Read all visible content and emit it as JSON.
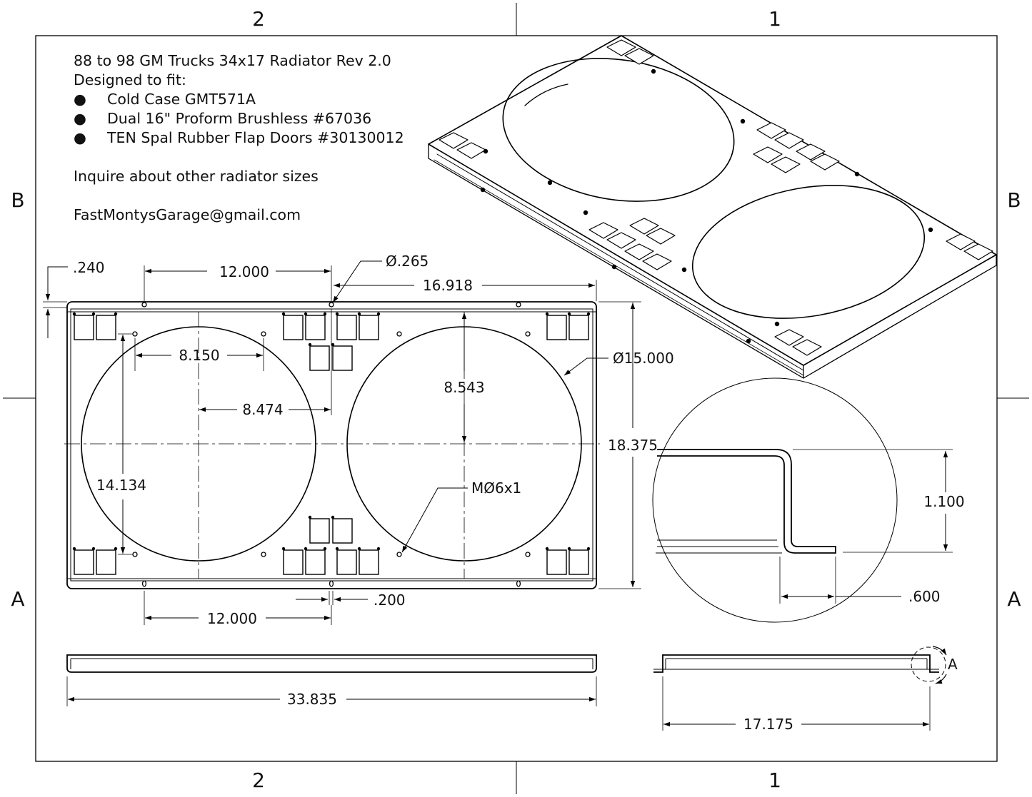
{
  "zones": {
    "top": [
      "2",
      "1"
    ],
    "bottom": [
      "2",
      "1"
    ],
    "left": [
      "B",
      "A"
    ],
    "right": [
      "B",
      "A"
    ]
  },
  "notes": {
    "title": "88 to 98 GM Trucks 34x17 Radiator Rev 2.0",
    "designed_to_fit": "Designed to fit:",
    "bullets": [
      "Cold Case GMT571A",
      "Dual 16\" Proform Brushless #67036",
      "TEN Spal Rubber Flap Doors #30130012"
    ],
    "bullet_glyph": "●",
    "inquire": "Inquire about other radiator sizes",
    "email": "FastMontysGarage@gmail.com"
  },
  "dimensions": {
    "edge_offset": ".240",
    "hole_spacing_top": "12.000",
    "hole_diameter": "Ø.265",
    "center_offset": "16.918",
    "fan_diameter": "Ø15.000",
    "fan_spacing_a": "8.150",
    "fan_spacing_b": "8.474",
    "fan_center_height": "8.543",
    "overall_height": "18.375",
    "fan_vertical_span": "14.134",
    "thread_callout": "MØ6x1",
    "slot_width": ".200",
    "hole_spacing_bottom": "12.000",
    "overall_width": "33.835",
    "side_depth": "17.175",
    "flange_height": "1.100",
    "flange_width": ".600",
    "detail_label": "A"
  }
}
